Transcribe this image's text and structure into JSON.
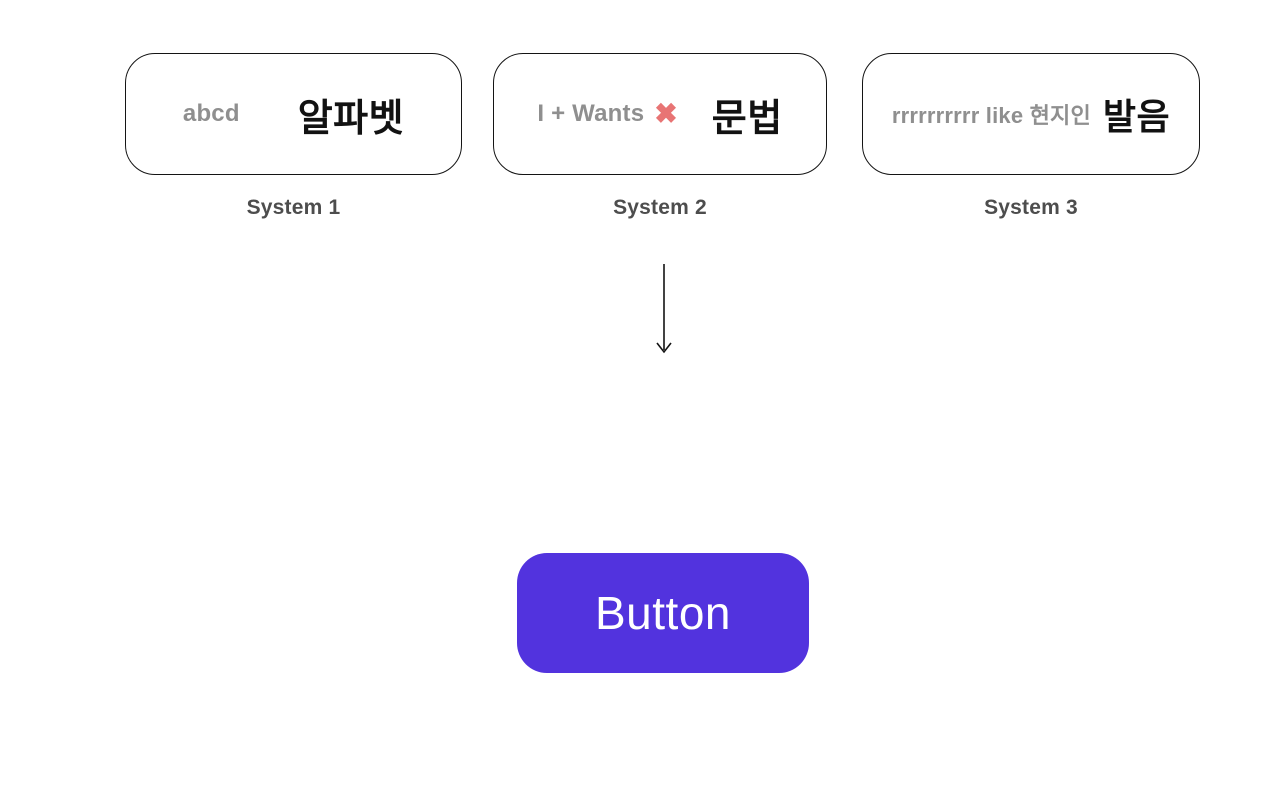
{
  "systems": [
    {
      "gray": "abcd",
      "black": "알파벳",
      "label": "System 1"
    },
    {
      "gray": "I + Wants",
      "icon": "✖",
      "black": "문법",
      "label": "System 2"
    },
    {
      "gray": "rrrrrrrrrr like 현지인",
      "black": "발음",
      "label": "System 3"
    }
  ],
  "arrow": {
    "direction": "down"
  },
  "button": {
    "label": "Button"
  },
  "colors": {
    "gray_text": "#8f8f8f",
    "black_text": "#121212",
    "x_mark": "#e87474",
    "system_label": "#4d4d4d",
    "card_border": "#141414",
    "button_background": "#5233de",
    "button_text": "#ffffff",
    "page_background": "#ffffff"
  }
}
